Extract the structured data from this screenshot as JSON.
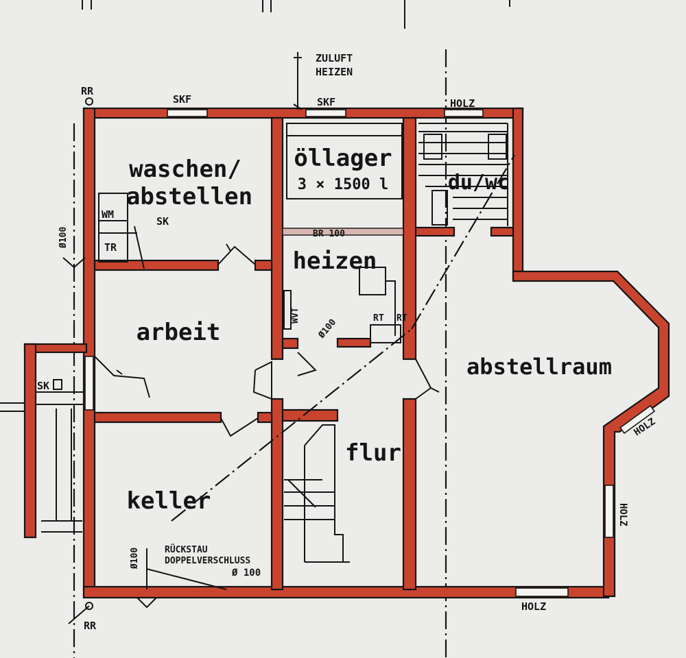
{
  "rooms": {
    "waschen_1": "waschen/",
    "waschen_2": "abstellen",
    "oellager": "öllager",
    "oellager_cap": "3 × 1500 l",
    "duwc": "du/wc",
    "heizen": "heizen",
    "arbeit": "arbeit",
    "abstellraum": "abstellraum",
    "keller": "keller",
    "flur": "flur"
  },
  "labels": {
    "zuluft_1": "ZULUFT",
    "zuluft_2": "HEIZEN",
    "rr_top": "RR",
    "rr_bottom": "RR",
    "skf_left": "SKF",
    "skf_right": "SKF",
    "holz_top": "HOLZ",
    "holz_bottom": "HOLZ",
    "holz_right_diag": "HOLZ",
    "holz_right_vert": "HOLZ",
    "wm": "WM",
    "tr": "TR",
    "sk_wasch": "SK",
    "sk_left": "SK",
    "br": "BR 100",
    "wvt": "WVT",
    "rt1": "RT",
    "rt2": "RT",
    "d100_left": "Ø100",
    "d100_diag": "Ø100",
    "d100_keller": "Ø100",
    "d100_bottom": "Ø 100",
    "rueckstau_1": "RÜCKSTAU",
    "rueckstau_2": "DOPPELVERSCHLUSS"
  },
  "colors": {
    "paper": "#ecedea",
    "wall_fill": "#c9442f",
    "ink": "#141414"
  }
}
